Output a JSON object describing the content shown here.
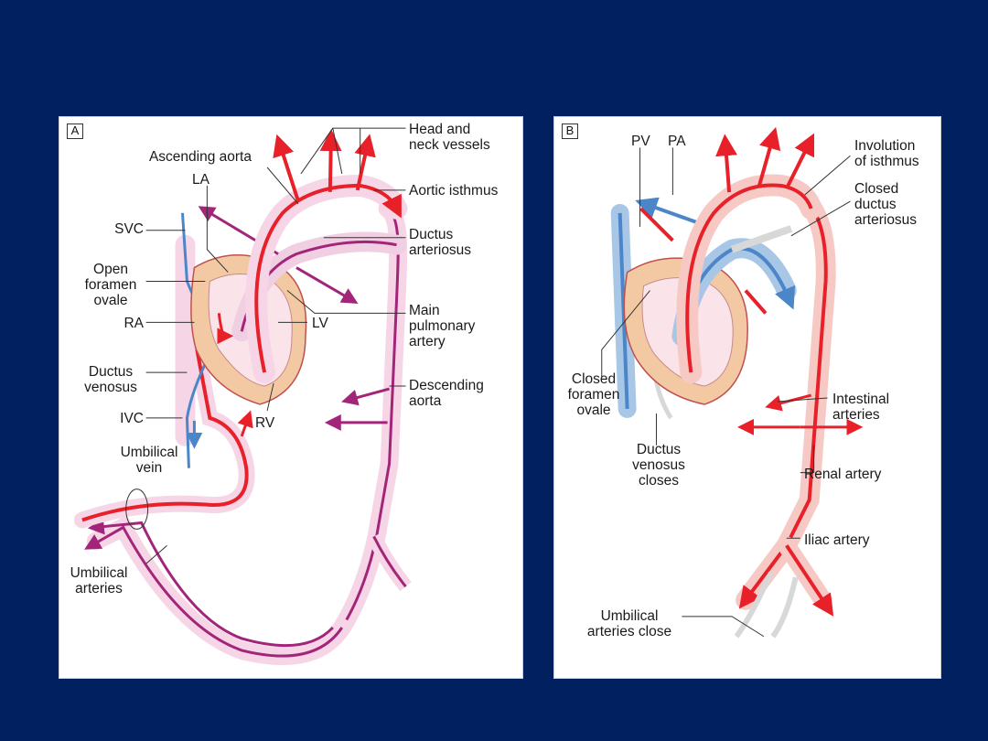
{
  "colors": {
    "background": "#002060",
    "oxygenated": "#e8202a",
    "deoxygenated": "#4a86c8",
    "mixed": "#a3257a",
    "vessel_pink": "#f6d6e6",
    "vessel_light_red": "#f7c9c4",
    "closed_vessel": "#d8d8d8",
    "heart_muscle": "#f3c9a4"
  },
  "panel_a": {
    "tag": "A",
    "labels": {
      "head_neck": "Head and\nneck vessels",
      "ascending_aorta": "Ascending aorta",
      "la": "LA",
      "aortic_isthmus": "Aortic isthmus",
      "svc": "SVC",
      "ductus_arteriosus": "Ductus\narteriosus",
      "open_foramen_ovale": "Open\nforamen\novale",
      "main_pulmonary_artery": "Main\npulmonary\nartery",
      "ra": "RA",
      "lv": "LV",
      "ductus_venosus": "Ductus\nvenosus",
      "descending_aorta": "Descending\naorta",
      "ivc": "IVC",
      "rv": "RV",
      "umbilical_vein": "Umbilical\nvein",
      "umbilical_arteries": "Umbilical\narteries"
    }
  },
  "panel_b": {
    "tag": "B",
    "labels": {
      "pv": "PV",
      "pa": "PA",
      "involution_isthmus": "Involution\nof isthmus",
      "closed_ductus_arteriosus": "Closed\nductus\narteriosus",
      "closed_foramen_ovale": "Closed\nforamen\novale",
      "intestinal_arteries": "Intestinal\narteries",
      "ductus_venosus_closes": "Ductus\nvenosus\ncloses",
      "renal_artery": "Renal artery",
      "iliac_artery": "Iliac artery",
      "umbilical_arteries_close": "Umbilical\narteries close"
    }
  }
}
